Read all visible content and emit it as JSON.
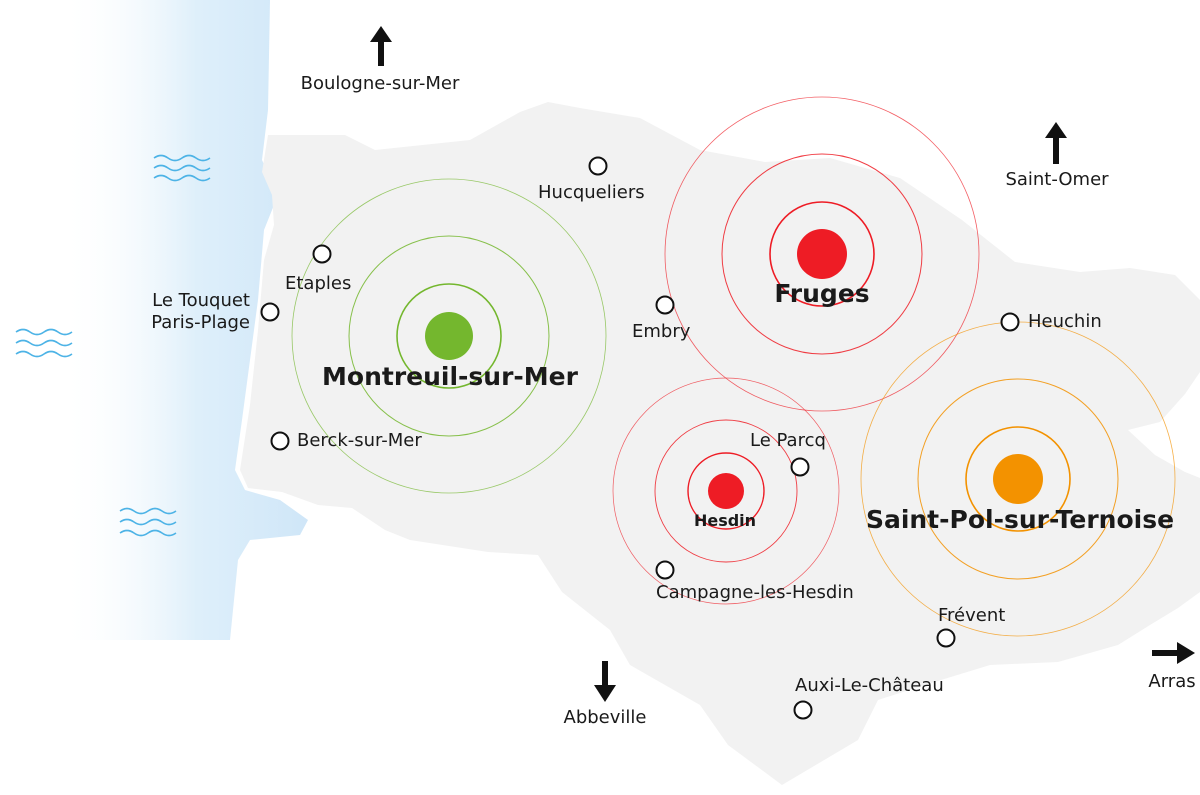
{
  "colors": {
    "land": "#f2f2f2",
    "sea": "#d6ebf9",
    "waves": "#4db3e6",
    "green": "#74b72e",
    "red": "#ee1c25",
    "orange": "#f39200",
    "marker_stroke": "#111111"
  },
  "hubs": [
    {
      "id": "montreuil",
      "name": "Montreuil-sur-Mer",
      "color": "green"
    },
    {
      "id": "fruges",
      "name": "Fruges",
      "color": "red"
    },
    {
      "id": "hesdin",
      "name": "Hesdin",
      "color": "red"
    },
    {
      "id": "saintpol",
      "name": "Saint-Pol-sur-Ternoise",
      "color": "orange"
    }
  ],
  "towns": [
    {
      "id": "hucqueliers",
      "name": "Hucqueliers"
    },
    {
      "id": "etaples",
      "name": "Etaples"
    },
    {
      "id": "letouquet",
      "name": "Le Touquet\nParis-Plage"
    },
    {
      "id": "embry",
      "name": "Embry"
    },
    {
      "id": "heuchin",
      "name": "Heuchin"
    },
    {
      "id": "berck",
      "name": "Berck-sur-Mer"
    },
    {
      "id": "leparcq",
      "name": "Le Parcq"
    },
    {
      "id": "campagne",
      "name": "Campagne-les-Hesdin"
    },
    {
      "id": "frevent",
      "name": "Frévent"
    },
    {
      "id": "auxi",
      "name": "Auxi-Le-Château"
    }
  ],
  "directions": [
    {
      "id": "boulogne",
      "name": "Boulogne-sur-Mer",
      "arrow": "up"
    },
    {
      "id": "saintomer",
      "name": "Saint-Omer",
      "arrow": "up"
    },
    {
      "id": "abbeville",
      "name": "Abbeville",
      "arrow": "down"
    },
    {
      "id": "arras",
      "name": "Arras",
      "arrow": "right"
    }
  ]
}
